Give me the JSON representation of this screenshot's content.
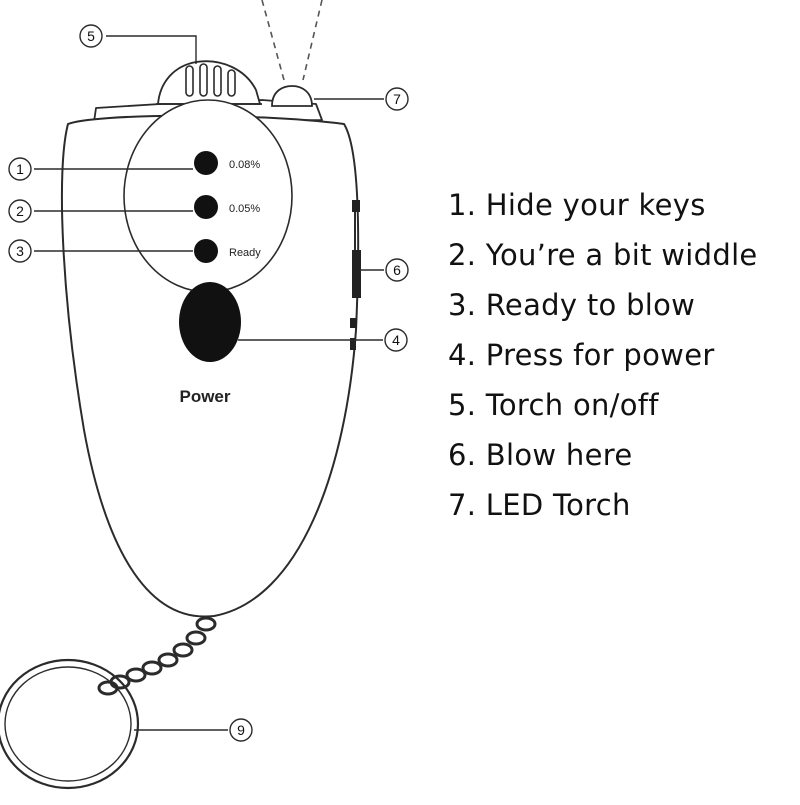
{
  "device": {
    "indicators": [
      "0.08%",
      "0.05%",
      "Ready"
    ],
    "power_label": "Power"
  },
  "callouts": [
    "1",
    "2",
    "3",
    "4",
    "5",
    "6",
    "7",
    "9"
  ],
  "legend": [
    "1. Hide your keys",
    "2. You’re a bit widdle",
    "3. Ready to blow",
    "4. Press for power",
    "5. Torch on/off",
    "6. Blow here",
    "7. LED Torch"
  ],
  "colors": {
    "ink": "#111111",
    "line": "#2b2b2b",
    "background": "#ffffff"
  }
}
